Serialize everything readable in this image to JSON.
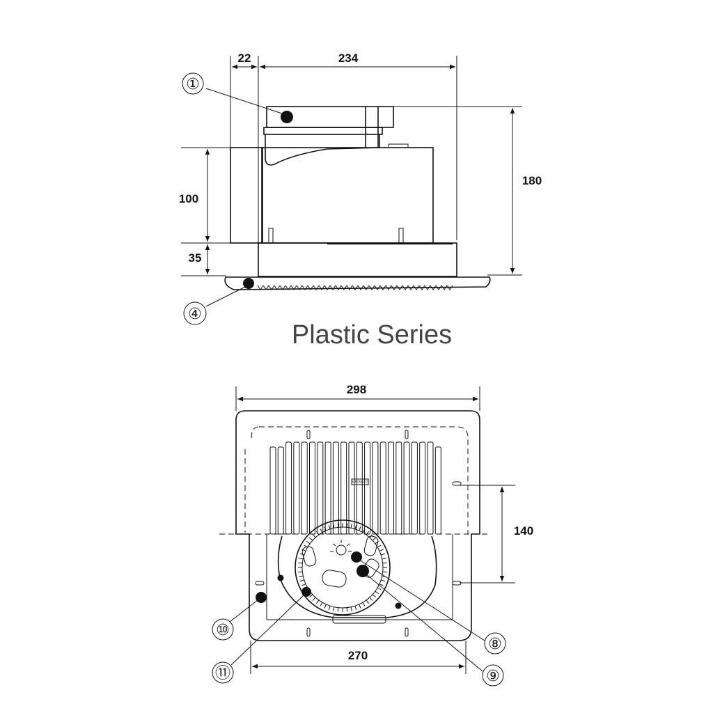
{
  "side_view": {
    "dimensions": {
      "left_offset": "22",
      "body_width": "234",
      "total_height": "180",
      "duct_height": "100",
      "base_height": "35"
    },
    "callouts": {
      "c1": "①",
      "c4": "④"
    },
    "caption": "Plastic Series"
  },
  "bottom_view": {
    "dimensions": {
      "grille_width": "298",
      "opening_width": "270",
      "hole_spacing": "140"
    },
    "callouts": {
      "c8": "⑧",
      "c9": "⑨",
      "c10": "⑩",
      "c11": "⑪"
    },
    "label_plate": "NF15027"
  },
  "colors": {
    "line": "#111111",
    "caption": "#444444",
    "background": "#ffffff"
  }
}
